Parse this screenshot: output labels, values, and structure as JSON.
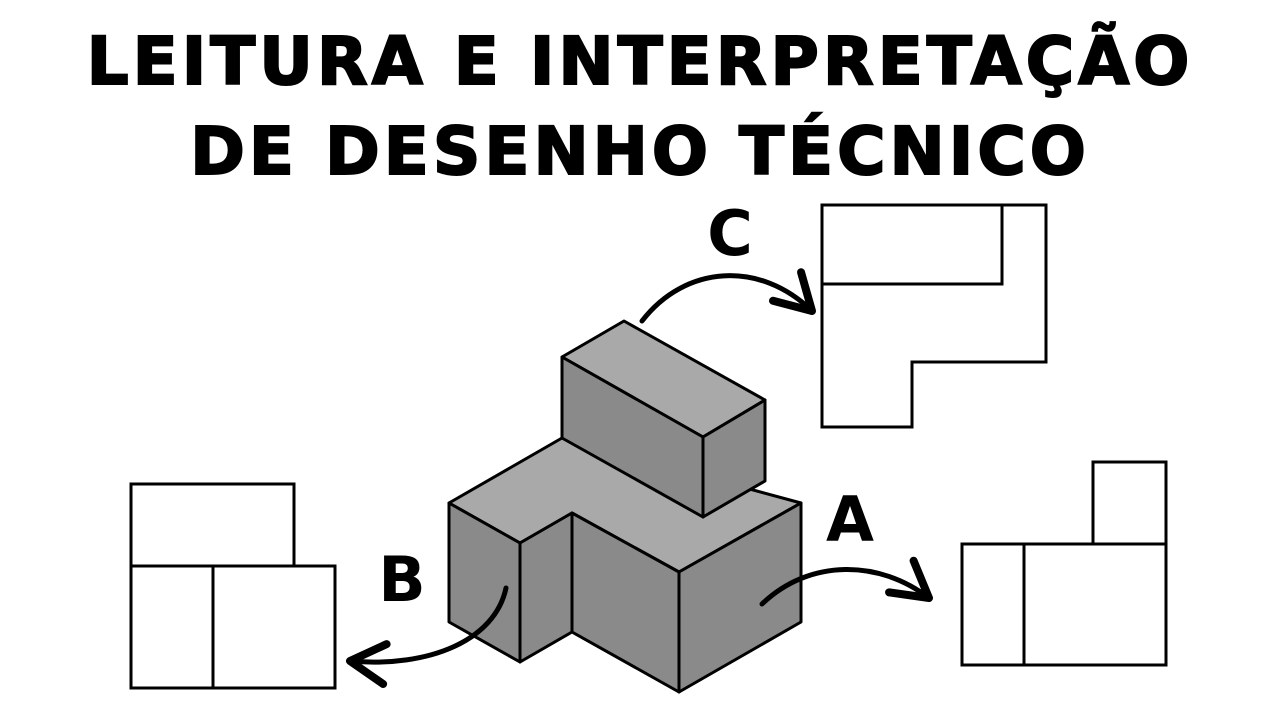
{
  "header": {
    "title_line_1": "LEITURA E INTERPRETAÇÃO",
    "title_line_2": "DE DESENHO TÉCNICO"
  },
  "views": {
    "a": {
      "label": "A"
    },
    "b": {
      "label": "B"
    },
    "c": {
      "label": "C"
    }
  },
  "colors": {
    "top_face": "#a9a9a9",
    "side_face": "#8a8a8a",
    "stroke": "#000000",
    "text": "#000000",
    "background": "#ffffff"
  }
}
